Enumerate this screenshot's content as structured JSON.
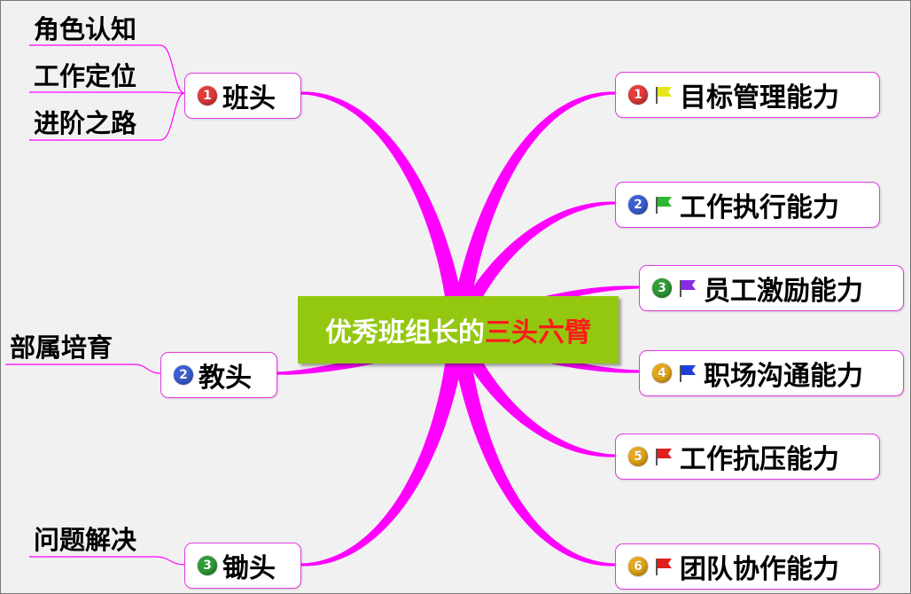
{
  "center": {
    "title_prefix": "优秀班组长的",
    "title_highlight": "三头六臂",
    "bg_color": "#94c810",
    "highlight_color": "#ff1a1a"
  },
  "branch_color": "#ff00ff",
  "left_nodes": [
    {
      "num": "1",
      "label": "班头",
      "badge_color": "#e53b3b"
    },
    {
      "num": "2",
      "label": "教头",
      "badge_color": "#3b5fd6"
    },
    {
      "num": "3",
      "label": "锄头",
      "badge_color": "#2e9e35"
    }
  ],
  "left_leaves": [
    {
      "label": "角色认知"
    },
    {
      "label": "工作定位"
    },
    {
      "label": "进阶之路"
    },
    {
      "label": "部属培育"
    },
    {
      "label": "问题解决"
    }
  ],
  "right_nodes": [
    {
      "num": "1",
      "label": "目标管理能力",
      "badge_color": "#e53b3b",
      "flag": "yellow-flag-icon",
      "flag_color": "#e6e61a"
    },
    {
      "num": "2",
      "label": "工作执行能力",
      "badge_color": "#3b5fd6",
      "flag": "green-flag-icon",
      "flag_color": "#2eb82e"
    },
    {
      "num": "3",
      "label": "员工激励能力",
      "badge_color": "#2e9e35",
      "flag": "purple-flag-icon",
      "flag_color": "#8a2be2"
    },
    {
      "num": "4",
      "label": "职场沟通能力",
      "badge_color": "#e6a817",
      "flag": "blue-flag-icon",
      "flag_color": "#1f3fd6"
    },
    {
      "num": "5",
      "label": "工作抗压能力",
      "badge_color": "#e6a817",
      "flag": "red-flag-icon",
      "flag_color": "#e01f1f"
    },
    {
      "num": "6",
      "label": "团队协作能力",
      "badge_color": "#e6a817",
      "flag": "red-flag-icon",
      "flag_color": "#e01f1f"
    }
  ]
}
